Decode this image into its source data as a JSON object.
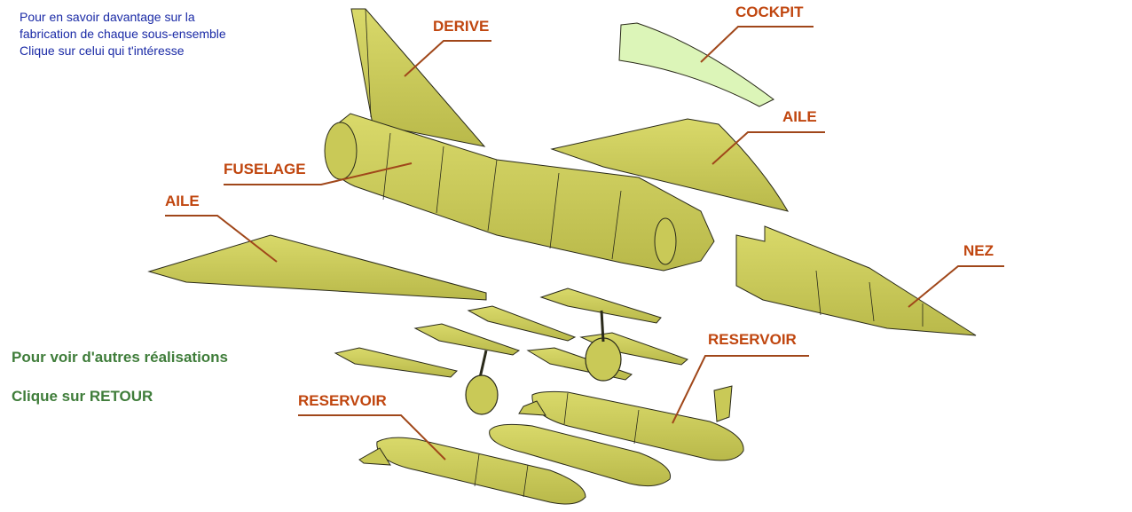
{
  "intro": {
    "line1": "Pour en savoir davantage sur la",
    "line2": "fabrication de chaque sous-ensemble",
    "line3": "Clique sur celui qui t'intéresse"
  },
  "other_work": {
    "line1": "Pour voir d'autres réalisations",
    "line2": "Clique sur RETOUR"
  },
  "labels": {
    "derive": "DERIVE",
    "cockpit": "COCKPIT",
    "aile_right": "AILE",
    "fuselage": "FUSELAGE",
    "aile_left": "AILE",
    "nez": "NEZ",
    "reservoir_right": "RESERVOIR",
    "reservoir_left": "RESERVOIR"
  },
  "colors": {
    "part_fill": "#c9c957",
    "part_stroke": "#2a2a1a",
    "canopy_fill": "#dcf5b8",
    "leader_line": "#a0471a",
    "label_text": "#c0460f",
    "intro_text": "#1a2aa6",
    "note_text": "#3f7d3a"
  }
}
